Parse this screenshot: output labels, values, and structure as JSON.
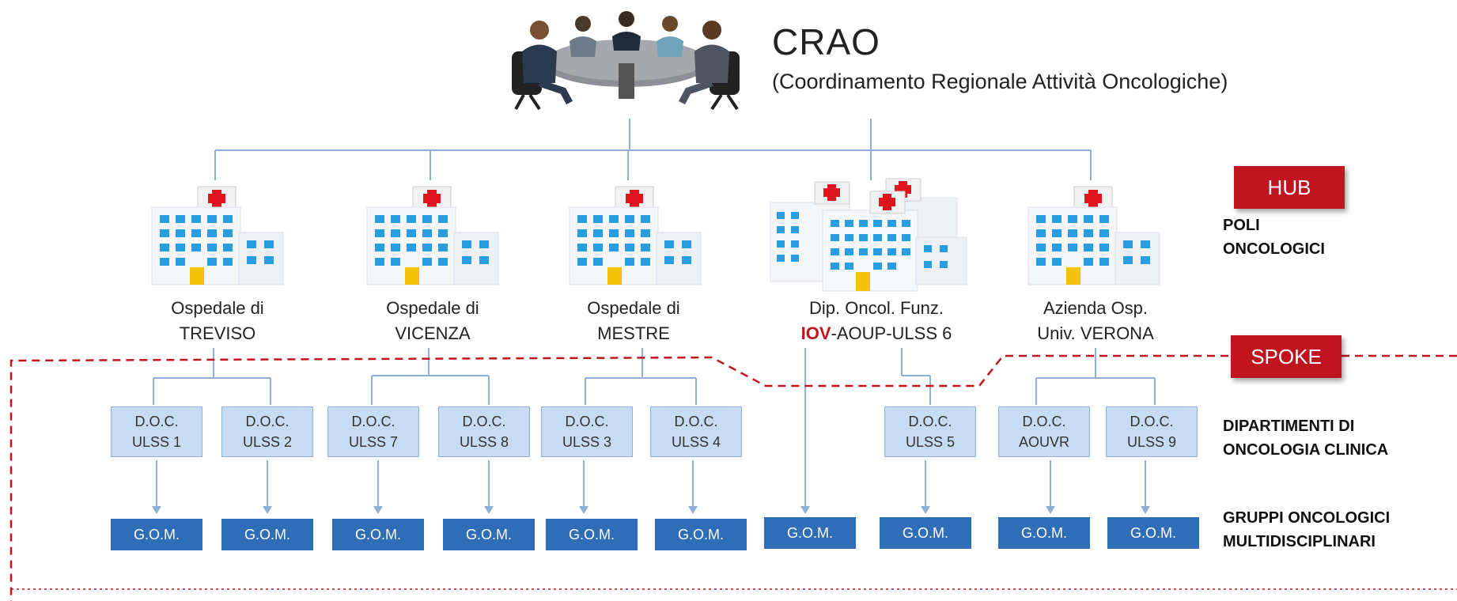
{
  "header": {
    "title": "CRAO",
    "subtitle": "(Coordinamento Regionale Attività Oncologiche)"
  },
  "tags": {
    "hub": "HUB",
    "spoke": "SPOKE"
  },
  "side_labels": {
    "poli": [
      "POLI",
      "ONCOLOGICI"
    ],
    "dipartimenti": [
      "DIPARTIMENTI DI",
      "ONCOLOGIA CLINICA"
    ],
    "gruppi": [
      "GRUPPI ONCOLOGICI",
      "MULTIDISCIPLINARI"
    ]
  },
  "hospitals": [
    {
      "line1": "Ospedale di",
      "line2": "TREVISO"
    },
    {
      "line1": "Ospedale di",
      "line2": "VICENZA"
    },
    {
      "line1": "Ospedale di",
      "line2": "MESTRE"
    },
    {
      "line1": "Dip. Oncol. Funz.",
      "line2_highlight": "IOV",
      "line2_rest": "-AOUP-ULSS 6"
    },
    {
      "line1": "Azienda Osp.",
      "line2": "Univ. VERONA"
    }
  ],
  "docs": [
    {
      "line1": "D.O.C.",
      "line2": "ULSS 1"
    },
    {
      "line1": "D.O.C.",
      "line2": "ULSS 2"
    },
    {
      "line1": "D.O.C.",
      "line2": "ULSS 7"
    },
    {
      "line1": "D.O.C.",
      "line2": "ULSS 8"
    },
    {
      "line1": "D.O.C.",
      "line2": "ULSS 3"
    },
    {
      "line1": "D.O.C.",
      "line2": "ULSS 4"
    },
    {
      "line1": "D.O.C.",
      "line2": "ULSS 5"
    },
    {
      "line1": "D.O.C.",
      "line2": "AOUVR"
    },
    {
      "line1": "D.O.C.",
      "line2": "ULSS 9"
    }
  ],
  "gom_label": "G.O.M.",
  "colors": {
    "accent_red": "#c0141e",
    "gom_blue": "#2f6eb6",
    "doc_fill": "#c7dcf2",
    "line": "#8fb0d6"
  },
  "icons": {
    "crao": "meeting-people-icon",
    "hospital": "hospital-icon"
  }
}
